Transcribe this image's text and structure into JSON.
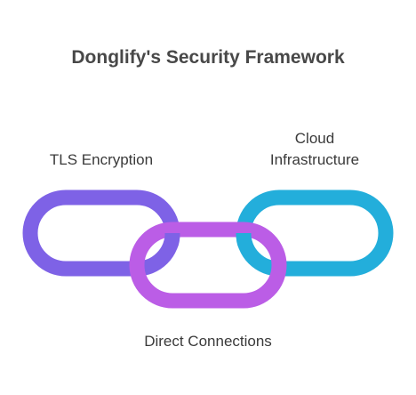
{
  "diagram": {
    "title": "Donglify's Security Framework",
    "links": [
      {
        "id": "tls",
        "label_lines": [
          "TLS Encryption"
        ],
        "color": "#7E62E6",
        "shade": "#6A50D1"
      },
      {
        "id": "cloud",
        "label_lines": [
          "Cloud",
          "Infrastructure"
        ],
        "color": "#23AEDB",
        "shade": "#1B97C2"
      },
      {
        "id": "direct",
        "label_lines": [
          "Direct Connections"
        ],
        "color": "#BB5DE6",
        "shade": "#A34BD0"
      }
    ]
  }
}
